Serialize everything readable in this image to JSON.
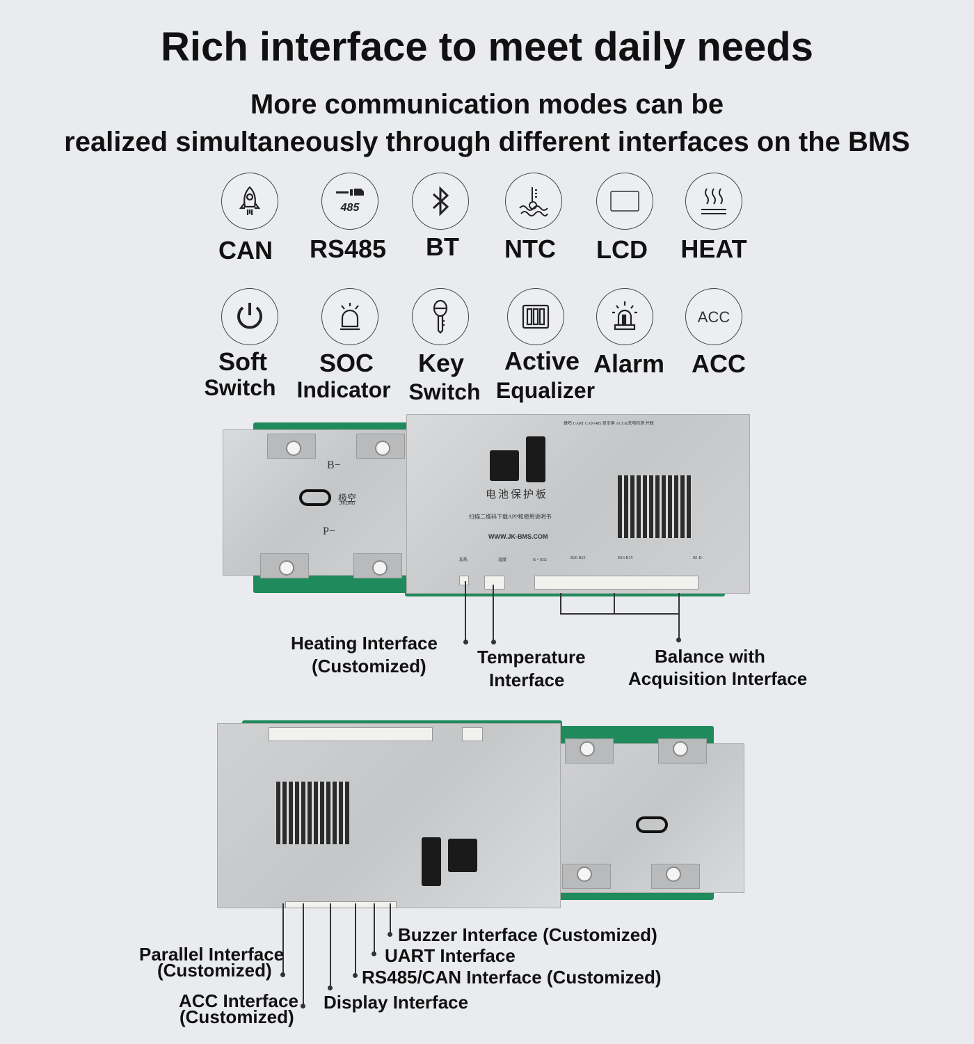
{
  "title": "Rich interface to meet daily needs",
  "subtitle": [
    "More communication modes can be",
    "realized simultaneously through different interfaces on the BMS"
  ],
  "features_row1": [
    {
      "label": "CAN",
      "icon": "rocket-icon"
    },
    {
      "label": "RS485",
      "icon": "rs485-cable-icon",
      "icon_text": "485"
    },
    {
      "label": "BT",
      "icon": "bluetooth-icon"
    },
    {
      "label": "NTC",
      "icon": "thermometer-icon"
    },
    {
      "label": "LCD",
      "icon": "screen-icon"
    },
    {
      "label": "HEAT",
      "icon": "heat-icon"
    }
  ],
  "features_row2": [
    {
      "label1": "Soft",
      "label2": "Switch",
      "icon": "power-icon"
    },
    {
      "label1": "SOC",
      "label2": "Indicator",
      "icon": "beacon-icon"
    },
    {
      "label1": "Key",
      "label2": "Switch",
      "icon": "key-icon"
    },
    {
      "label1": "Active",
      "label2": "Equalizer",
      "icon": "battery-cells-icon"
    },
    {
      "label1": "Alarm",
      "label2": "",
      "icon": "alarm-light-icon"
    },
    {
      "label1": "ACC",
      "label2": "",
      "icon": "acc-icon",
      "icon_text": "ACC"
    }
  ],
  "board": {
    "b_minus": "B−",
    "p_minus": "P−",
    "brand_cn": "极空",
    "brand_en": "JIKONG",
    "name_cn": "电池保护板",
    "scan_text": "扫描二维码下载APP和使用说明书",
    "url": "WWW.JK-BMS.COM",
    "pins": [
      "加热",
      "温度",
      "B・B32",
      "B26 B25",
      "B16 B15",
      "B1 B-"
    ],
    "top_pins": "蜂鸣 UART CAN/485 显示屏 ACC&充电检测 并联"
  },
  "callouts_top": {
    "heating": [
      "Heating Interface",
      "(Customized)"
    ],
    "temperature": [
      "Temperature",
      "Interface"
    ],
    "balance": [
      "Balance with",
      "Acquisition Interface"
    ]
  },
  "callouts_bottom": {
    "buzzer": "Buzzer Interface (Customized)",
    "uart": "UART Interface",
    "rs485": "RS485/CAN Interface (Customized)",
    "display": "Display Interface",
    "parallel": [
      "Parallel Interface",
      "(Customized)"
    ],
    "acc": [
      "ACC Interface",
      "(Customized)"
    ]
  }
}
